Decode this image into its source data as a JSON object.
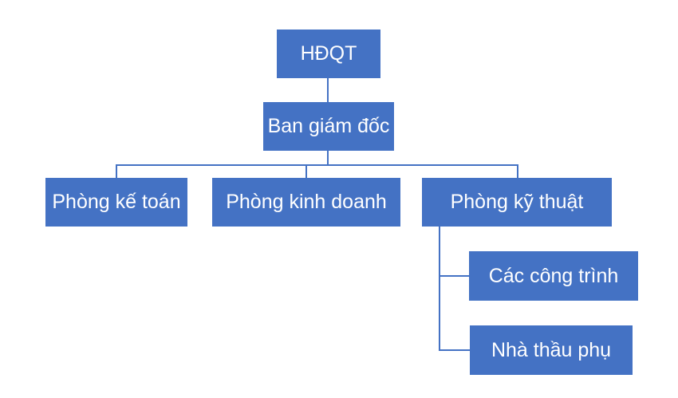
{
  "diagram": {
    "type": "org-chart",
    "background_color": "#ffffff",
    "node_fill_color": "#4472C4",
    "node_text_color": "#ffffff",
    "connector_color": "#4472C4",
    "nodes": {
      "hdqt": {
        "label": "HĐQT",
        "level": 1,
        "parent": null
      },
      "ban_giam_doc": {
        "label": "Ban giám đốc",
        "level": 2,
        "parent": "HĐQT"
      },
      "phong_ke_toan": {
        "label": "Phòng kế toán",
        "level": 3,
        "parent": "Ban giám đốc"
      },
      "phong_kinh_doanh": {
        "label": "Phòng kinh doanh",
        "level": 3,
        "parent": "Ban giám đốc"
      },
      "phong_ky_thuat": {
        "label": "Phòng kỹ thuật",
        "level": 3,
        "parent": "Ban giám đốc"
      },
      "cac_cong_trinh": {
        "label": "Các công trình",
        "level": 4,
        "parent": "Phòng kỹ thuật"
      },
      "nha_thau_phu": {
        "label": "Nhà thầu phụ",
        "level": 4,
        "parent": "Phòng kỹ thuật"
      }
    }
  }
}
